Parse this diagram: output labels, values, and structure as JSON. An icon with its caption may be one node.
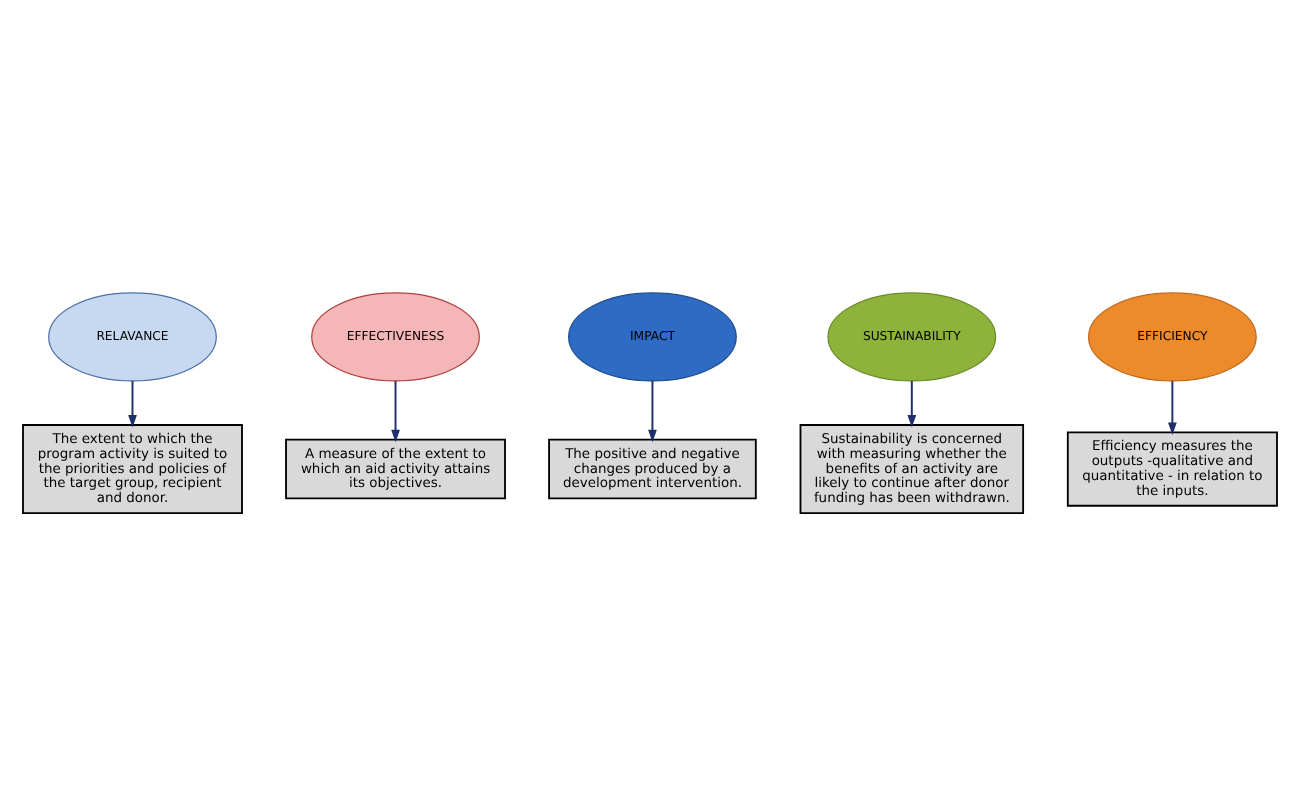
{
  "diagram": {
    "nodes": [
      {
        "text": [
          "RELAVANCE"
        ]
      },
      {
        "text": [
          "A measure of the extent to which an aid activity attains its objectives."
        ]
      },
      {
        "text": [
          "EFFECTIVENESS"
        ]
      },
      {
        "text": [
          "The extent to which the program activity is suited to the priorities and policies of the target group, recipient and donor."
        ]
      },
      {
        "text": [
          "IMPACT"
        ]
      },
      {
        "text": [
          "SUSTAINABILITY"
        ]
      },
      {
        "text": [
          "Sustainability is concerned with measuring whether the benefits of an activity are likely to continue after donor funding has been withdrawn."
        ]
      },
      {
        "text": [
          "Efficiency measures the outputs -qualitative and quantitative - in relation to the inputs."
        ]
      },
      {
        "text": [
          "EFFICIENCY"
        ]
      },
      {
        "text": [
          "The positive and negative changes produced by a development intervention."
        ]
      }
    ],
    "edges": [
      {
        "from": 0,
        "to": 3,
        "arrow": "to"
      },
      {
        "from": 2,
        "to": 1,
        "arrow": "to"
      },
      {
        "from": 5,
        "to": 6,
        "arrow": "to"
      },
      {
        "from": 4,
        "to": 9,
        "arrow": "to"
      },
      {
        "from": 8,
        "to": 7,
        "arrow": "to"
      }
    ]
  }
}
